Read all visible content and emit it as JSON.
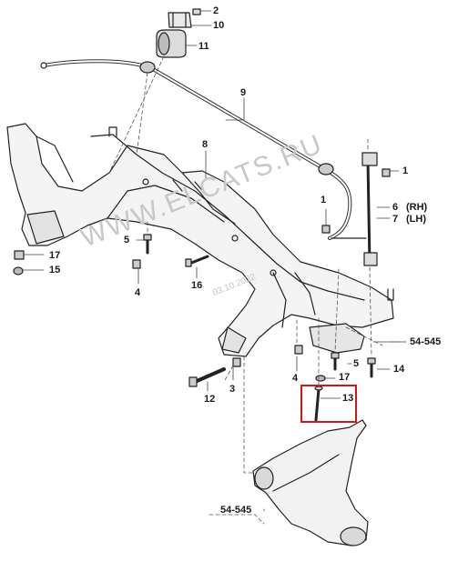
{
  "diagram": {
    "callouts": {
      "c2": "2",
      "c10": "10",
      "c11": "11",
      "c9": "9",
      "c8": "8",
      "c1a": "1",
      "c1b": "1",
      "c6": "6",
      "c7": "7",
      "rh": "(RH)",
      "lh": "(LH)",
      "c17a": "17",
      "c15": "15",
      "c5a": "5",
      "c4a": "4",
      "c16": "16",
      "c54545a": "54-545",
      "c4b": "4",
      "c17b": "17",
      "c5b": "5",
      "c14": "14",
      "c3": "3",
      "c12": "12",
      "c13": "13",
      "c54545b": "54-545"
    },
    "highlighted_callout": "13",
    "highlight_color": "#d41515"
  },
  "watermark": {
    "text": "WWW.ELCATS.RU",
    "date": "03.10.2022"
  }
}
